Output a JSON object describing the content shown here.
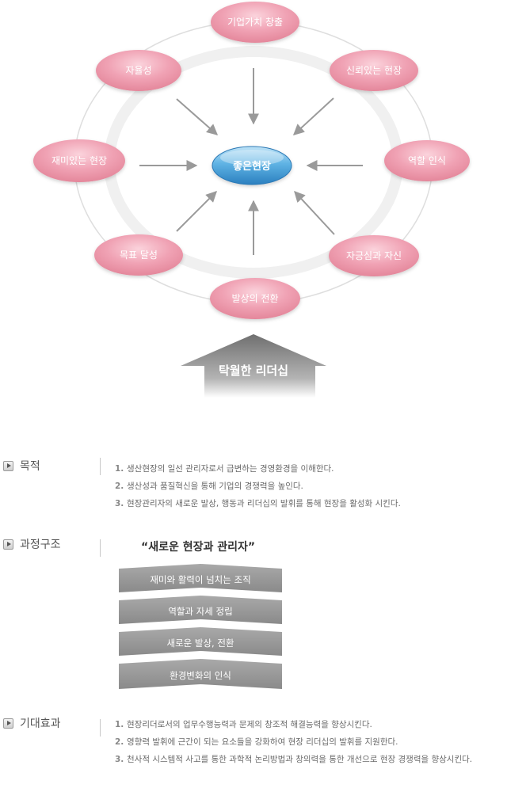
{
  "diagram": {
    "center": "좋은현장",
    "nodes": [
      {
        "id": "top",
        "label": "기업가치 창출"
      },
      {
        "id": "top-left",
        "label": "자율성"
      },
      {
        "id": "top-right",
        "label": "신뢰있는 현장"
      },
      {
        "id": "left",
        "label": "재미있는 현장"
      },
      {
        "id": "right",
        "label": "역할 인식"
      },
      {
        "id": "bottom-left",
        "label": "목표 달성"
      },
      {
        "id": "bottom-right",
        "label": "자긍심과 자신"
      },
      {
        "id": "bottom",
        "label": "발상의 전환"
      }
    ],
    "foundation": "탁월한 리더십"
  },
  "sections": {
    "purpose": {
      "title": "목적",
      "items": [
        "생산현장의 일선 관리자로서 급변하는 경영환경을 이해한다.",
        "생산성과 품질혁신을 통해 기업의 경쟁력을 높인다.",
        "현장관리자의 새로운 발상, 행동과 리더십의 발휘를 통해 현장을 활성화 시킨다."
      ]
    },
    "structure": {
      "title": "과정구조",
      "subtitle": "“새로운 현장과 관리자”",
      "steps": [
        "재미와 활력이 넘치는 조직",
        "역할과 자세 정립",
        "새로운 발상, 전환",
        "환경변화의 인식"
      ]
    },
    "effects": {
      "title": "기대효과",
      "items": [
        "현장리더로서의 업무수행능력과 문제의 창조적 해결능력을 향상시킨다.",
        "영향력 발휘에 근간이 되는 요소들을 강화하여 현장 리더십의 발휘를 지원한다.",
        "천사적 시스템적 사고를 통한 과학적 논리방법과 창의력을 통한 개선으로 현장 경쟁력을 향상시킨다."
      ]
    }
  },
  "colors": {
    "pink": "#eb96a8",
    "center_blue": "#4aa0d8",
    "arrow": "#999999",
    "base": "#8a8a8a"
  }
}
